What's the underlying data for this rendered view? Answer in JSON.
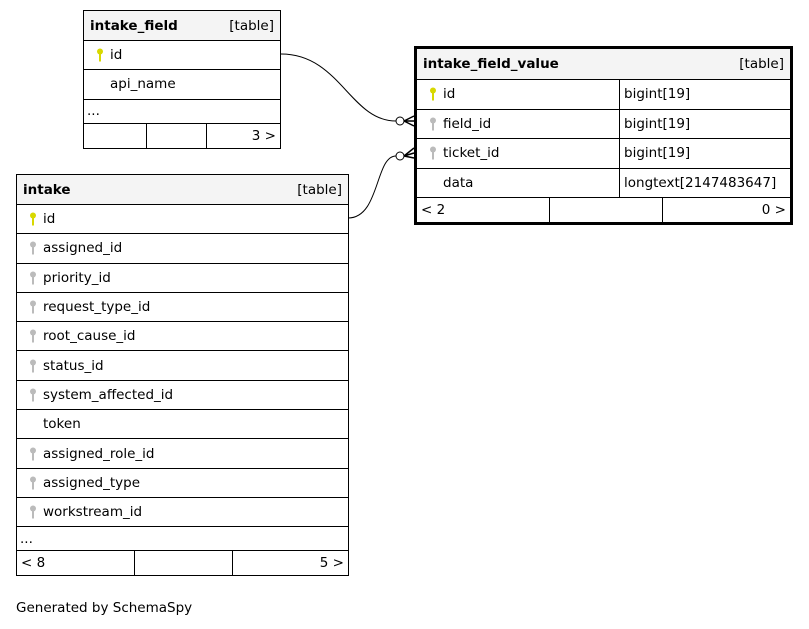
{
  "tables": [
    {
      "id": "intake_field",
      "name": "intake_field",
      "kind": "[table]",
      "columns": [
        {
          "name": "id",
          "key": "pk"
        },
        {
          "name": "api_name",
          "key": ""
        }
      ],
      "more": "...",
      "footer": [
        "",
        "",
        "3 >"
      ]
    },
    {
      "id": "intake",
      "name": "intake",
      "kind": "[table]",
      "columns": [
        {
          "name": "id",
          "key": "pk"
        },
        {
          "name": "assigned_id",
          "key": "fk"
        },
        {
          "name": "priority_id",
          "key": "fk"
        },
        {
          "name": "request_type_id",
          "key": "fk"
        },
        {
          "name": "root_cause_id",
          "key": "fk"
        },
        {
          "name": "status_id",
          "key": "fk"
        },
        {
          "name": "system_affected_id",
          "key": "fk"
        },
        {
          "name": "token",
          "key": ""
        },
        {
          "name": "assigned_role_id",
          "key": "fk"
        },
        {
          "name": "assigned_type",
          "key": "fk"
        },
        {
          "name": "workstream_id",
          "key": "fk"
        }
      ],
      "more": "...",
      "footer": [
        "< 8",
        "",
        "5 >"
      ]
    },
    {
      "id": "intake_field_value",
      "name": "intake_field_value",
      "kind": "[table]",
      "columns": [
        {
          "name": "id",
          "key": "pk",
          "type": "bigint[19]"
        },
        {
          "name": "field_id",
          "key": "fk",
          "type": "bigint[19]"
        },
        {
          "name": "ticket_id",
          "key": "fk",
          "type": "bigint[19]"
        },
        {
          "name": "data",
          "key": "",
          "type": "longtext[2147483647]"
        }
      ],
      "footer": [
        "< 2",
        "",
        "0 >"
      ]
    }
  ],
  "colors": {
    "pk": "#d8d800",
    "fk": "#bbbbbb"
  },
  "generated_by": "Generated by SchemaSpy"
}
